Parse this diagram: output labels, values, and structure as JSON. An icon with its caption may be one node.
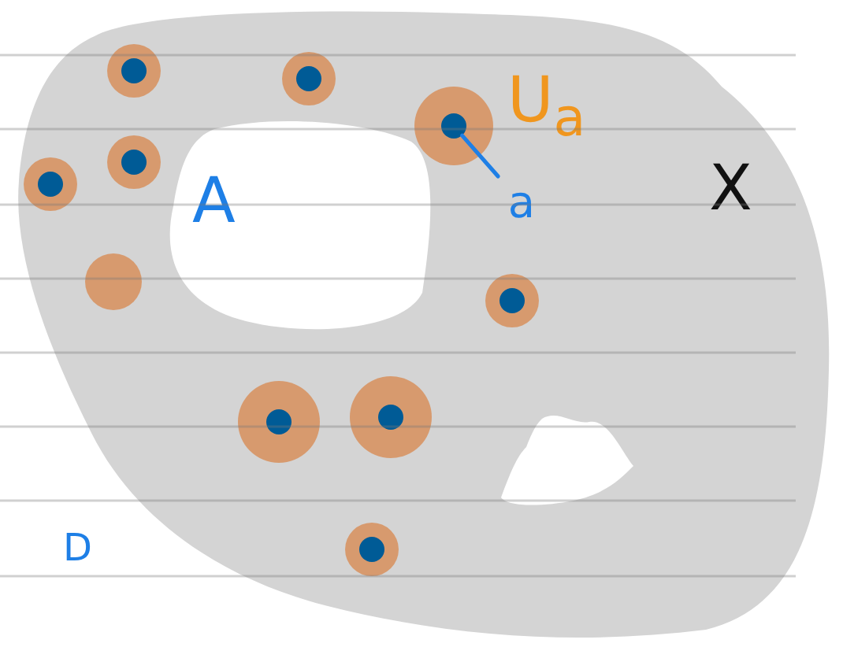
{
  "diagram": {
    "nodes": [
      {
        "text": [
          "X"
        ]
      },
      {
        "text": [
          "A"
        ],
        "in": 0
      },
      {
        "text": [],
        "shape": "circle",
        "in": 0
      },
      {
        "text": [],
        "shape": "circle",
        "in": 0
      },
      {
        "text": [
          "U$_{a}$"
        ],
        "in": 0
      },
      {
        "text": [],
        "shape": "circle",
        "in": 4
      },
      {
        "text": [
          "a"
        ],
        "in": 0
      },
      {
        "text": [],
        "shape": "circle",
        "in": 0
      },
      {
        "text": [],
        "shape": "circle",
        "in": 0
      },
      {
        "text": [],
        "shape": "circle",
        "in": 0
      },
      {
        "text": [],
        "shape": "circle",
        "in": 0
      },
      {
        "text": [],
        "shape": "blob",
        "in": 0
      },
      {
        "text": [],
        "shape": "circle",
        "in": 0
      },
      {
        "text": [],
        "shape": "circle",
        "in": 0
      },
      {
        "text": [],
        "shape": "circle",
        "in": 0
      }
    ],
    "edges": [
      {
        "from": 6,
        "to": 5,
        "arrow": "none"
      }
    ],
    "labels": [
      "D"
    ]
  }
}
